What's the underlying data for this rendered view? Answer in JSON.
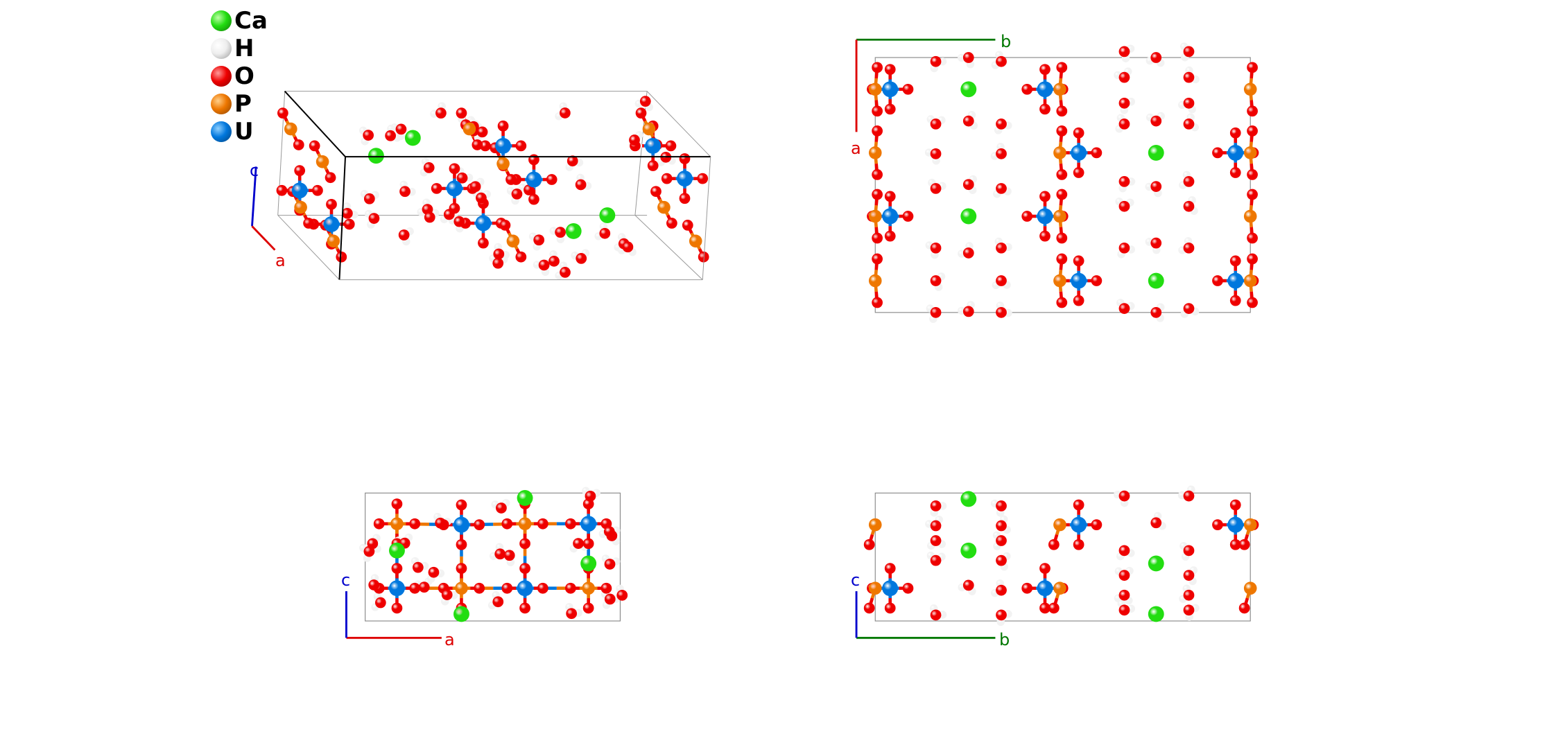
{
  "legend": [
    {
      "label": "Ca",
      "color": "#22dd11"
    },
    {
      "label": "H",
      "color": "#f2f2f2"
    },
    {
      "label": "O",
      "color": "#ee0000"
    },
    {
      "label": "P",
      "color": "#ee7700"
    },
    {
      "label": "U",
      "color": "#0077dd"
    }
  ],
  "views": {
    "perspective": {
      "axis1": "c",
      "axis2": "a"
    },
    "top_right": {
      "axis1": "b",
      "axis2": "a"
    },
    "bottom_left": {
      "axis1": "c",
      "axis2": "a"
    },
    "bottom_right": {
      "axis1": "c",
      "axis2": "b"
    }
  },
  "axis_colors": {
    "a": "#dd0000",
    "b": "#007700",
    "c": "#0000cc"
  }
}
